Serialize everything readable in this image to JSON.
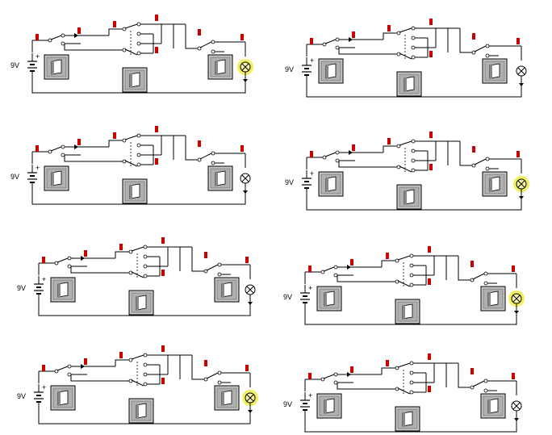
{
  "battery_label": "9V",
  "colors": {
    "wire": "#000000",
    "marker": "#cc0000",
    "lamp_on_glow": "#f0f060",
    "lamp_off": "#ffffff",
    "switch_face": "#c8c8c8"
  },
  "circuits": [
    {
      "id": 1,
      "lamp_on": true
    },
    {
      "id": 2,
      "lamp_on": false
    },
    {
      "id": 3,
      "lamp_on": false
    },
    {
      "id": 4,
      "lamp_on": true
    },
    {
      "id": 5,
      "lamp_on": false
    },
    {
      "id": 6,
      "lamp_on": true
    },
    {
      "id": 7,
      "lamp_on": true
    },
    {
      "id": 8,
      "lamp_on": false
    }
  ]
}
